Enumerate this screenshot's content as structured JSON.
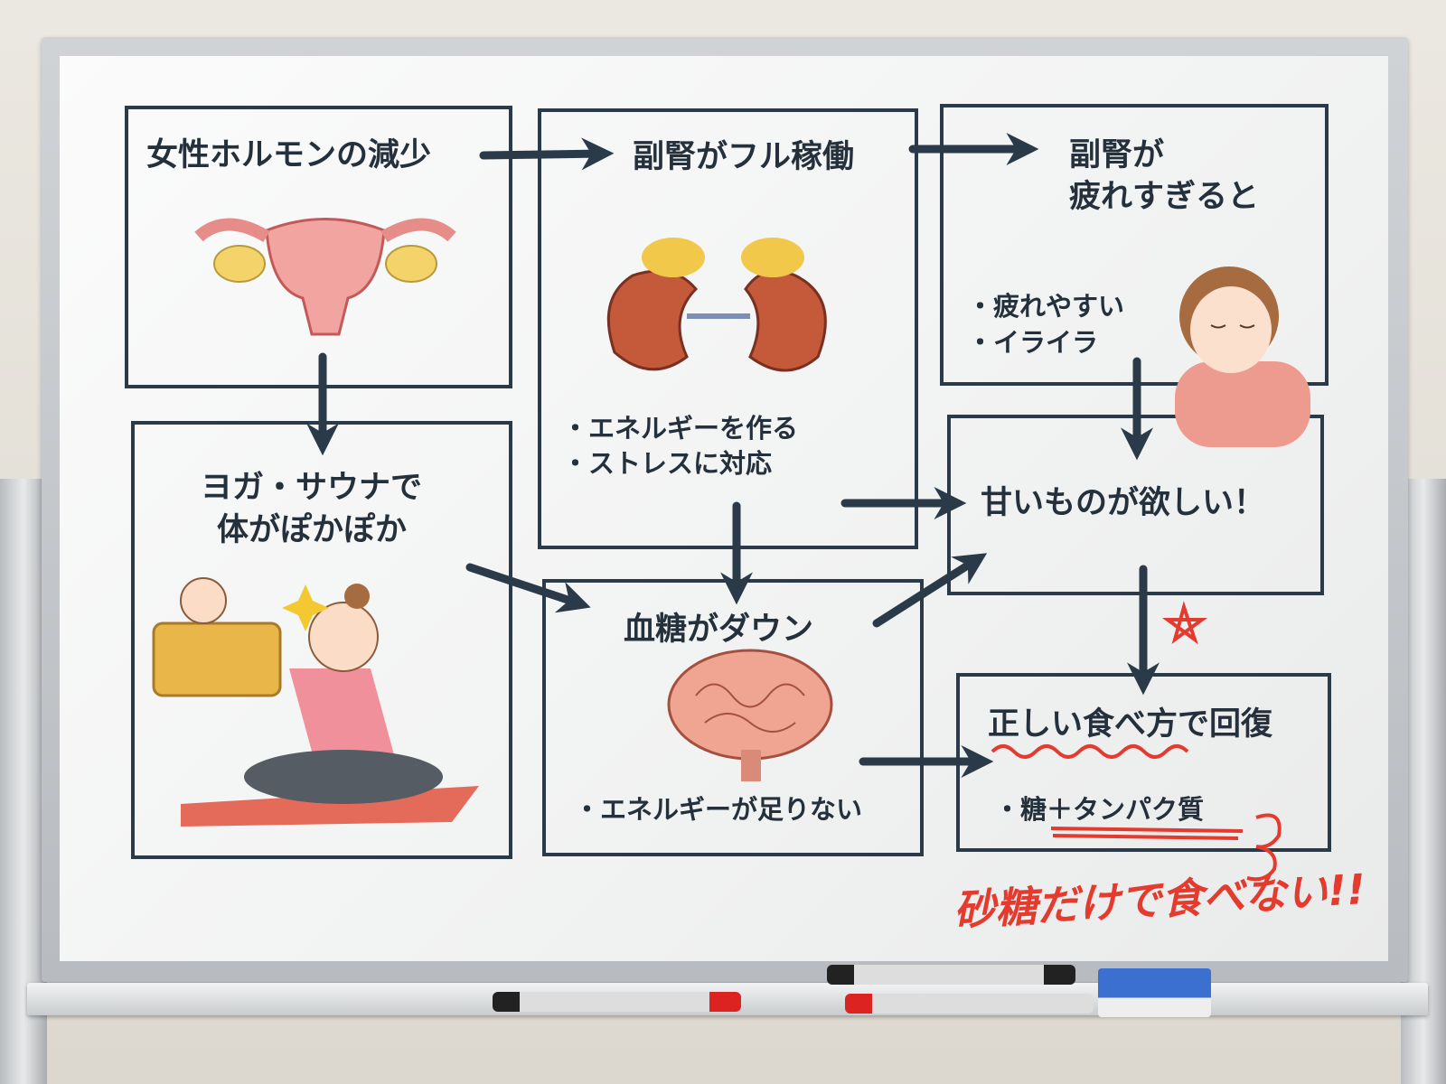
{
  "boxes": {
    "hormone": {
      "title": "女性ホルモンの減少"
    },
    "adrenal_work": {
      "title": "副腎がフル稼働",
      "bullets": [
        "・エネルギーを作る",
        "・ストレスに対応"
      ]
    },
    "adrenal_tired": {
      "title_line1": "副腎が",
      "title_line2": "疲れすぎると",
      "bullets": [
        "・疲れやすい",
        "・イライラ"
      ]
    },
    "yoga": {
      "title_line1": "ヨガ・サウナで",
      "title_line2": "体がぽかぽか"
    },
    "blood_sugar": {
      "title": "血糖がダウン",
      "bullets": [
        "・エネルギーが足りない"
      ]
    },
    "sweet": {
      "title": "甘いものが欲しい！"
    },
    "recovery": {
      "title": "正しい食べ方で回復",
      "bullets": [
        "・糖＋タンパク質"
      ]
    }
  },
  "note": "砂糖だけで食べない!!",
  "colors": {
    "ink": "#2b3a48",
    "red_marker": "#e53a2e",
    "board": "#f5f6f6"
  },
  "icons": [
    "uterus-illustration",
    "kidneys-illustration",
    "tired-woman-illustration",
    "sauna-yoga-illustration",
    "brain-illustration",
    "star-icon"
  ]
}
